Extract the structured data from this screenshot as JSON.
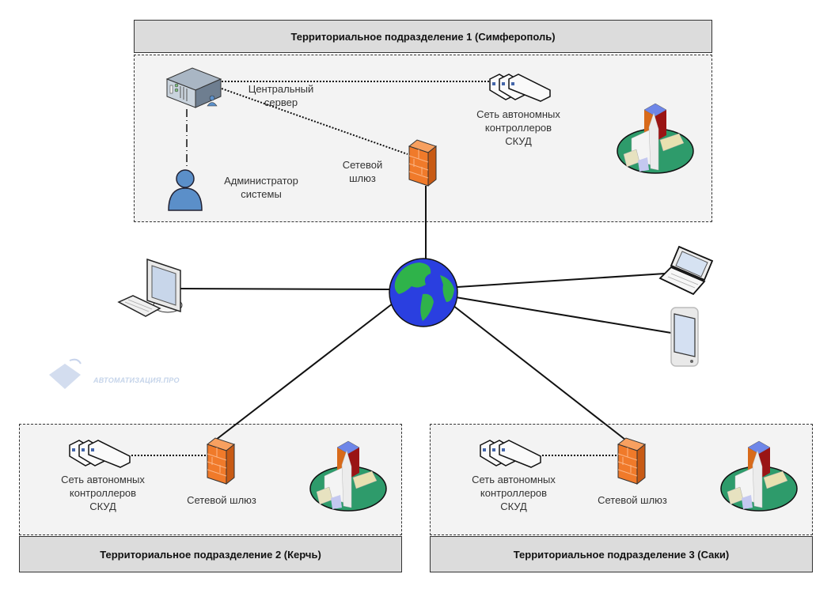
{
  "divisions": [
    {
      "title": "Территориальное подразделение 1 (Симферополь)",
      "central_server_label": "Центральный\nсервер",
      "admin_label": "Администратор\nсистемы",
      "controllers_label": "Сеть автономных\nконтроллеров\nСКУД",
      "gateway_label": "Сетевой\nшлюз"
    },
    {
      "title": "Территориальное подразделение 2 (Керчь)",
      "controllers_label": "Сеть автономных\nконтроллеров\nСКУД",
      "gateway_label": "Сетевой шлюз"
    },
    {
      "title": "Территориальное подразделение 3 (Саки)",
      "controllers_label": "Сеть автономных\nконтроллеров\nСКУД",
      "gateway_label": "Сетевой шлюз"
    }
  ],
  "internet": {
    "icon": "globe-icon"
  },
  "clients": [
    {
      "icon": "desktop-computer-icon"
    },
    {
      "icon": "laptop-icon"
    },
    {
      "icon": "tablet-icon"
    }
  ],
  "watermark": "АВТОМАТИЗАЦИЯ.ПРО",
  "colors": {
    "header_bg": "#dcdcdc",
    "zone_bg": "#f3f3f3",
    "firewall": "#f07a2a",
    "globe_ocean": "#2a3fe0",
    "globe_land": "#2fb34a",
    "admin": "#5b8fc9"
  }
}
